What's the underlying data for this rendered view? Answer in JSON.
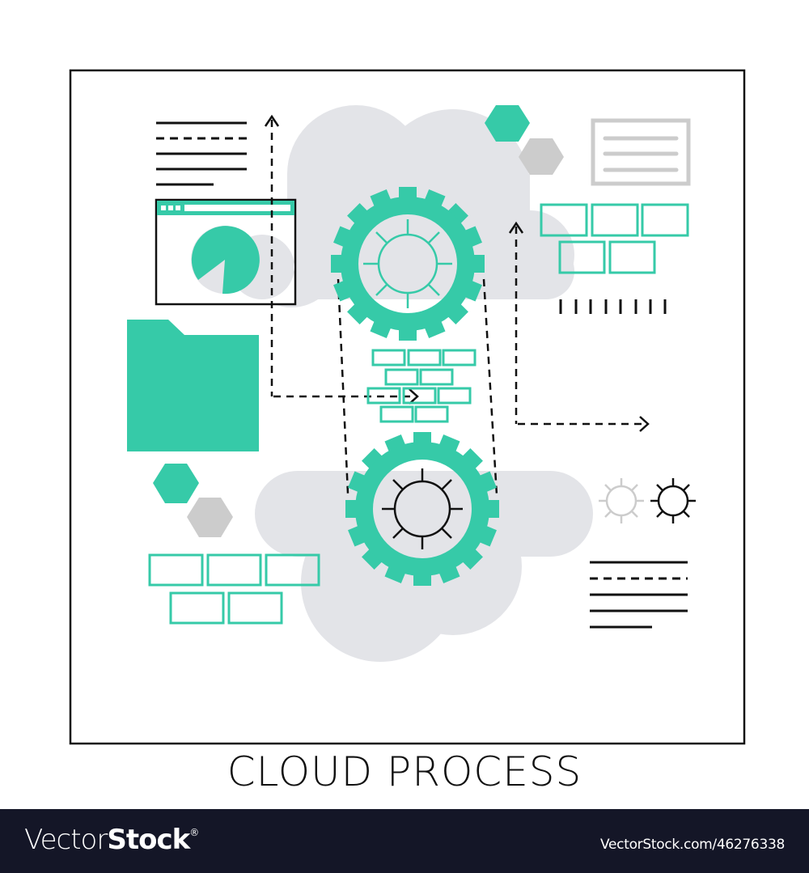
{
  "title": "CLOUD PROCESS",
  "footer": {
    "brand_light": "Vector",
    "brand_bold": "Stock",
    "brand_mark": "®",
    "reference": "VectorStock.com/46276338"
  },
  "colors": {
    "accent": "#36CAA8",
    "cloud": "#E3E4E8",
    "gray_shape": "#CCCCCC",
    "line": "#111111",
    "footer_bg": "#141627"
  },
  "icons": [
    "cloud-shape",
    "gear-icon",
    "gear-icon",
    "browser-window-icon",
    "pie-chart-icon",
    "folder-icon",
    "hexagon-icon",
    "document-icon",
    "brick-grid-icon",
    "sun-icon",
    "text-lines-icon",
    "dashed-arrow-icon",
    "tick-marks-icon"
  ]
}
